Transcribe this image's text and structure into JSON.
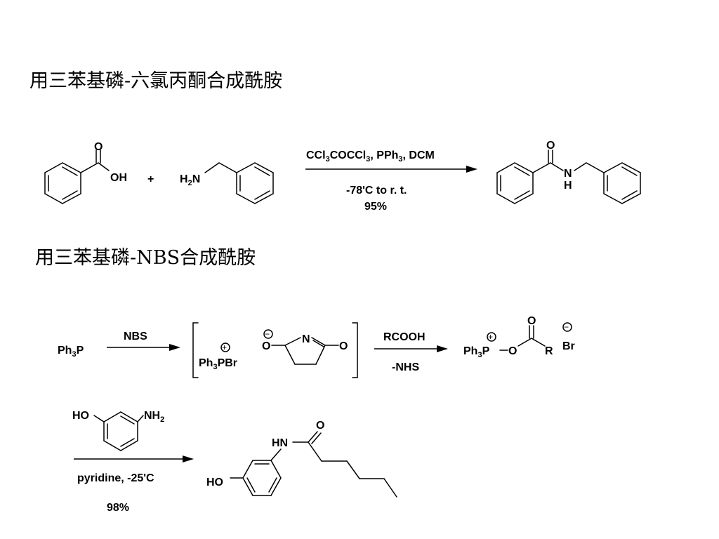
{
  "titles": {
    "part1": "用三苯基磷-六氯丙酮合成酰胺",
    "part2": "用三苯基磷-NBS合成酰胺"
  },
  "reaction1": {
    "acid_o": "O",
    "acid_oh": "OH",
    "plus": "+",
    "amine_h": "H",
    "amine_sub": "2",
    "amine_n": "N",
    "reagent_parts": [
      "CCl",
      "3",
      "COCCl",
      "3",
      ", PPh",
      "3",
      ", DCM"
    ],
    "conditions": "-78'C to r. t.",
    "yield": "95%",
    "product_o": "O",
    "product_n": "N",
    "product_h": "H"
  },
  "reaction2": {
    "start_ph": "Ph",
    "start_sub": "3",
    "start_p": "P",
    "reagent": "NBS",
    "inter_ph": "Ph",
    "inter_sub": "3",
    "inter_pbr": "PBr",
    "plus_sign": "+",
    "minus_sign": "−",
    "succ_o_left": "O",
    "succ_n": "N",
    "succ_o_right": "O",
    "reagent2": "RCOOH",
    "byproduct": "-NHS",
    "act_ph": "Ph",
    "act_sub": "3",
    "act_p": "P",
    "act_o": "O",
    "act_co": "O",
    "act_r": "R",
    "act_br": "Br"
  },
  "reaction3": {
    "reagent_ho": "HO",
    "reagent_nh": "NH",
    "reagent_sub": "2",
    "conditions": "pyridine, -25'C",
    "yield": "98%",
    "product_hn": "HN",
    "product_o": "O",
    "product_ho": "HO"
  }
}
